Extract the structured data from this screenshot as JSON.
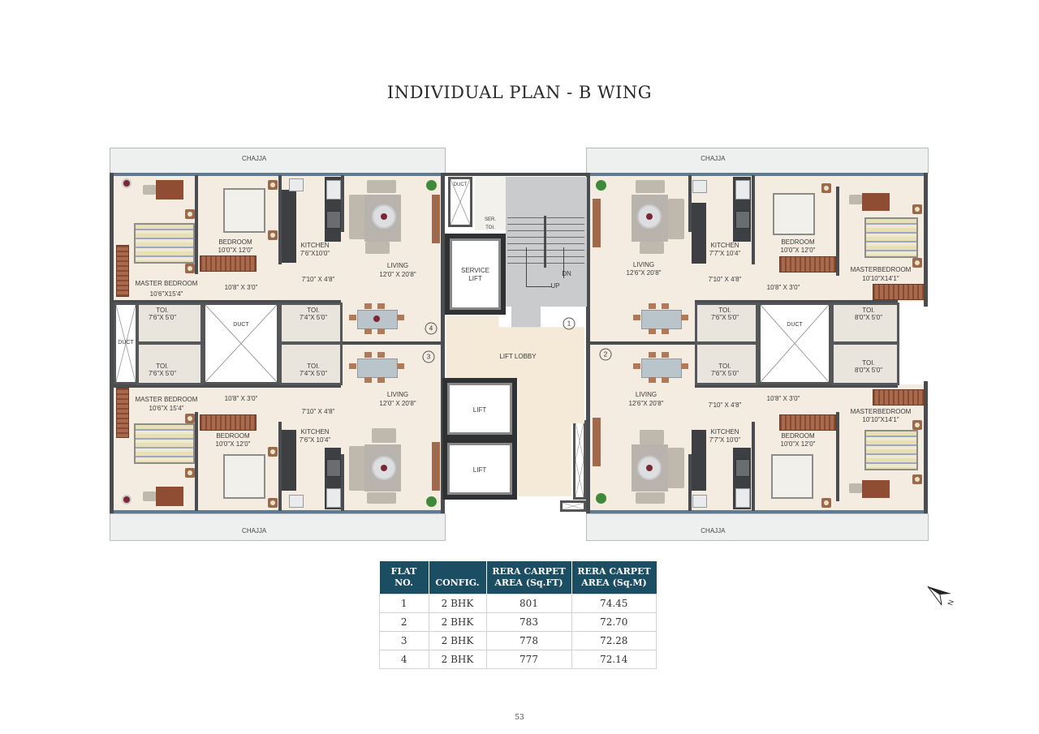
{
  "page": {
    "title": "INDIVIDUAL PLAN - B WING",
    "page_number": "53"
  },
  "plan": {
    "chajja_label": "CHAJJA",
    "flats": {
      "flat4": {
        "number": "4",
        "master_bedroom": {
          "name": "MASTER BEDROOM",
          "size": "10'6\"X15'4\""
        },
        "bedroom": {
          "name": "BEDROOM",
          "size": "10'0\"X 12'0\""
        },
        "kitchen": {
          "name": "KITCHEN",
          "size": "7'6\"X10'0\""
        },
        "living": {
          "name": "LIVING",
          "size": "12'0\" X 20'8\""
        },
        "passage": "10'8\" X 3'0\"",
        "foyer": "7'10\" X 4'8\"",
        "toilet_a": {
          "name": "TOI.",
          "size": "7'6\"X 5'0\""
        },
        "toilet_b": {
          "name": "TOI.",
          "size": "7'4\"X 5'0\""
        }
      },
      "flat3": {
        "number": "3",
        "master_bedroom": {
          "name": "MASTER BEDROOM",
          "size": "10'6\"X 15'4\""
        },
        "bedroom": {
          "name": "BEDROOM",
          "size": "10'0\"X 12'0\""
        },
        "kitchen": {
          "name": "KITCHEN",
          "size": "7'6\"X 10'4\""
        },
        "living": {
          "name": "LIVING",
          "size": "12'0\" X 20'8\""
        },
        "passage": "10'8\" X 3'0\"",
        "foyer": "7'10\" X 4'8\"",
        "toilet_a": {
          "name": "TOI.",
          "size": "7'6\"X 5'0\""
        },
        "toilet_b": {
          "name": "TOI.",
          "size": "7'4\"X 5'0\""
        }
      },
      "flat1": {
        "number": "1",
        "master_bedroom": {
          "name": "MASTERBEDROOM",
          "size": "10'10\"X14'1\""
        },
        "bedroom": {
          "name": "BEDROOM",
          "size": "10'0\"X 12'0\""
        },
        "kitchen": {
          "name": "KITCHEN",
          "size": "7'7\"X 10'4\""
        },
        "living": {
          "name": "LIVING",
          "size": "12'6\"X 20'8\""
        },
        "passage": "10'8\" X 3'0\"",
        "foyer": "7'10\" X 4'8\"",
        "toilet_a": {
          "name": "TOI.",
          "size": "7'6\"X 5'0\""
        },
        "toilet_b": {
          "name": "TOI.",
          "size": "8'0\"X 5'0\""
        }
      },
      "flat2": {
        "number": "2",
        "master_bedroom": {
          "name": "MASTERBEDROOM",
          "size": "10'10\"X14'1\""
        },
        "bedroom": {
          "name": "BEDROOM",
          "size": "10'0\"X 12'0\""
        },
        "kitchen": {
          "name": "KITCHEN",
          "size": "7'7\"X 10'0\""
        },
        "living": {
          "name": "LIVING",
          "size": "12'6\"X 20'8\""
        },
        "passage": "10'8\" X 3'0\"",
        "foyer": "7'10\" X 4'8\"",
        "toilet_a": {
          "name": "TOI.",
          "size": "7'6\"X 5'0\""
        },
        "toilet_b": {
          "name": "TOI.",
          "size": "8'0\"X 5'0\""
        }
      }
    },
    "core": {
      "duct": "DUCT",
      "ser_toi": "SER. TOI.",
      "service_lift": "SERVICE LIFT",
      "stairs_up": "UP",
      "stairs_dn": "DN",
      "lift_lobby": "LIFT LOBBY",
      "lift": "LIFT"
    },
    "compass": {
      "north_label": "N"
    },
    "colors": {
      "floor": "#f4ece0",
      "wall": "#4a4d50",
      "table_header": "#1b4d63",
      "wardrobe": "#8a4a32",
      "stair": "#c9cbcd"
    }
  },
  "area_table": {
    "headers": [
      "FLAT NO.",
      "CONFIG.",
      "RERA CARPET AREA (Sq.FT)",
      "RERA CARPET AREA (Sq.M)"
    ],
    "rows": [
      {
        "flat": "1",
        "config": "2 BHK",
        "sqft": "801",
        "sqm": "74.45"
      },
      {
        "flat": "2",
        "config": "2 BHK",
        "sqft": "783",
        "sqm": "72.70"
      },
      {
        "flat": "3",
        "config": "2 BHK",
        "sqft": "778",
        "sqm": "72.28"
      },
      {
        "flat": "4",
        "config": "2 BHK",
        "sqft": "777",
        "sqm": "72.14"
      }
    ]
  }
}
